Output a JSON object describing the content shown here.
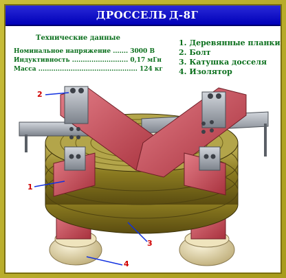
{
  "title": {
    "left": "ДРОССЕЛЬ",
    "right": "Д-8Г"
  },
  "specs": {
    "heading": "Технические данные",
    "rows": [
      "Номинальное напряжение ....... 3000 В",
      "Индуктивность .......................... 0,17 мГн",
      "Масса .............................................. 124 кг"
    ]
  },
  "legend": [
    "1. Деревянные планки",
    "2. Болт",
    "3. Катушка досселя",
    "4. Изолятор"
  ],
  "callouts": [
    "1",
    "2",
    "3",
    "4"
  ],
  "colors": {
    "frame": "#b9ad2a",
    "title_bar": "#0000c0",
    "text_green": "#0a6f1c",
    "wood_red": "#c84a55",
    "coil_brass": "#8a7a20",
    "plate_steel": "#9aa0a8",
    "insulator": "#e8dcb0",
    "callout_red": "#d00000",
    "leader_blue": "#1030e0"
  }
}
